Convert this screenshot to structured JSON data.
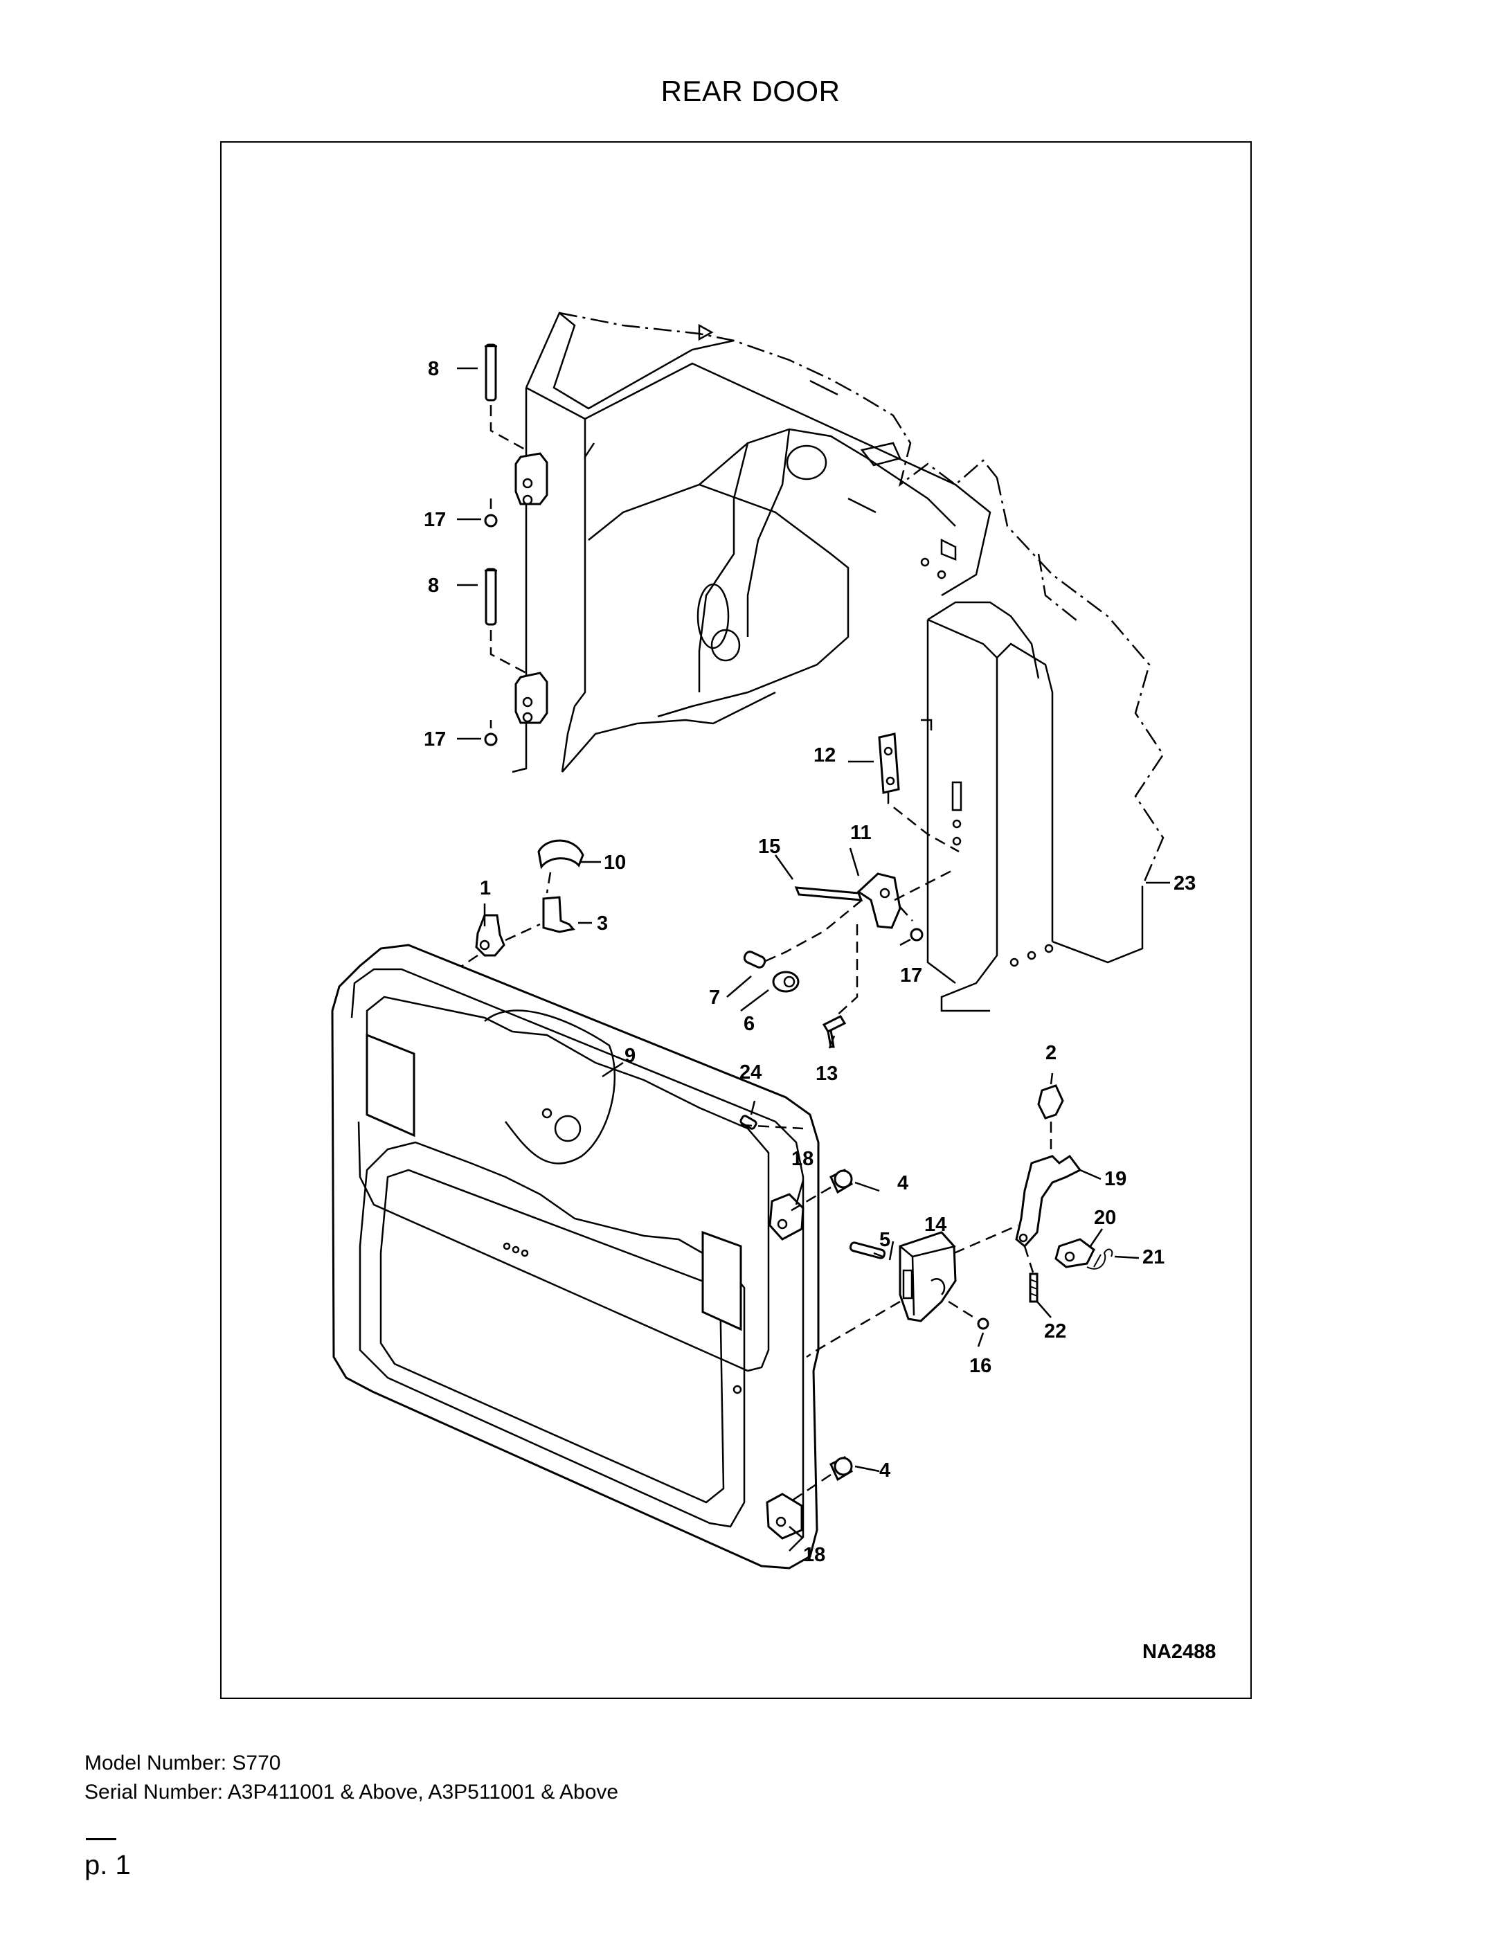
{
  "title": "REAR DOOR",
  "figure_id": "NA2488",
  "callouts": {
    "c1": "1",
    "c2": "2",
    "c3": "3",
    "c4a": "4",
    "c4b": "4",
    "c5": "5",
    "c6": "6",
    "c7": "7",
    "c8a": "8",
    "c8b": "8",
    "c9": "9",
    "c10": "10",
    "c11": "11",
    "c12": "12",
    "c13": "13",
    "c14": "14",
    "c15": "15",
    "c16": "16",
    "c17a": "17",
    "c17b": "17",
    "c17c": "17",
    "c18a": "18",
    "c18b": "18",
    "c19": "19",
    "c20": "20",
    "c21": "21",
    "c22": "22",
    "c23": "23",
    "c24": "24"
  },
  "footer": {
    "model": "Model Number: S770",
    "serial": "Serial Number: A3P411001 & Above, A3P511001 & Above"
  },
  "page_label": "p. 1"
}
